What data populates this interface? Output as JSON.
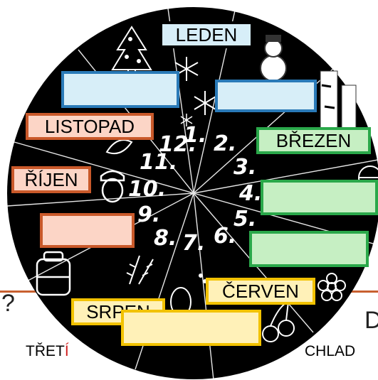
{
  "months": {
    "january": "LEDEN",
    "march": "BŘEZEN",
    "june": "ČERVEN",
    "august": "SRPEN",
    "october": "ŘÍJEN",
    "november": "LISTOPAD"
  },
  "numbers": [
    "1.",
    "2.",
    "3.",
    "4.",
    "5.",
    "6.",
    "7.",
    "8.",
    "9.",
    "10.",
    "11.",
    "12."
  ],
  "bottom": {
    "left_prefix": "TŘET",
    "left_accent": "Í",
    "right": "CHLAD"
  },
  "side": {
    "left_char": "?",
    "right_char": "D"
  },
  "colors": {
    "wheel": "#000000",
    "blue": "#d7eef8",
    "green": "#c6efc3",
    "green_border": "#2aa84a",
    "orange": "#fcd5c6",
    "orange_border": "#c9592a",
    "yellow": "#fff1b8",
    "yellow_border": "#f2c200",
    "blue_border": "#2a7ab8",
    "line": "#c8602f",
    "accent_red": "#d01f1f"
  },
  "icons": [
    "christmas-tree-icon",
    "snowflake-icon",
    "snowman-icon",
    "birch-tree-icon",
    "ornament-icon",
    "flower-icon",
    "cherries-icon",
    "poppy-icon",
    "wheat-icon",
    "backpack-icon",
    "acorn-icon",
    "leaf-icon"
  ]
}
